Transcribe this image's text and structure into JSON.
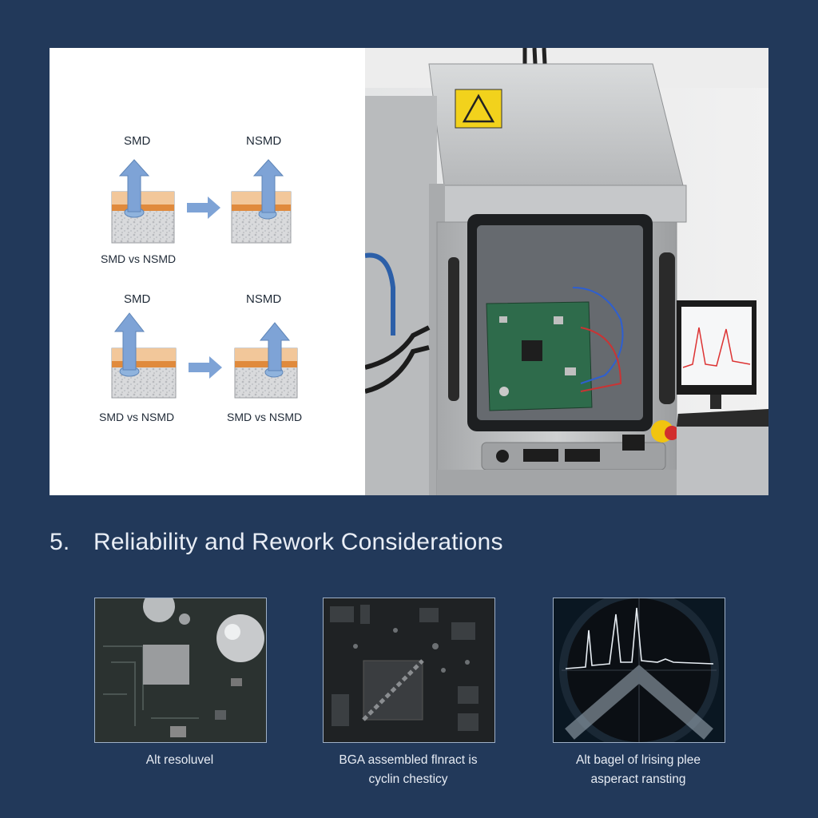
{
  "diagrams": {
    "top": {
      "left_label": "SMD",
      "right_label": "NSMD",
      "caption": "SMD vs NSMD"
    },
    "bottom": {
      "left_label": "SMD",
      "right_label": "NSMD",
      "left_caption": "SMD vs NSMD",
      "right_caption": "SMD vs NSMD"
    }
  },
  "section": {
    "number": "5.",
    "title": "Reliability and Rework Considerations"
  },
  "thumbnails": [
    {
      "caption_line1": "Alt resoluvel",
      "caption_line2": ""
    },
    {
      "caption_line1": "BGA assembled flnract is",
      "caption_line2": "cyclin chesticy"
    },
    {
      "caption_line1": "Alt bagel of lrising plee",
      "caption_line2": "asperact ransting"
    }
  ],
  "colors": {
    "background": "#22395a",
    "arrow": "#7ea3d6",
    "copper": "#e08a3c",
    "solder_mask": "#f2c79a"
  }
}
